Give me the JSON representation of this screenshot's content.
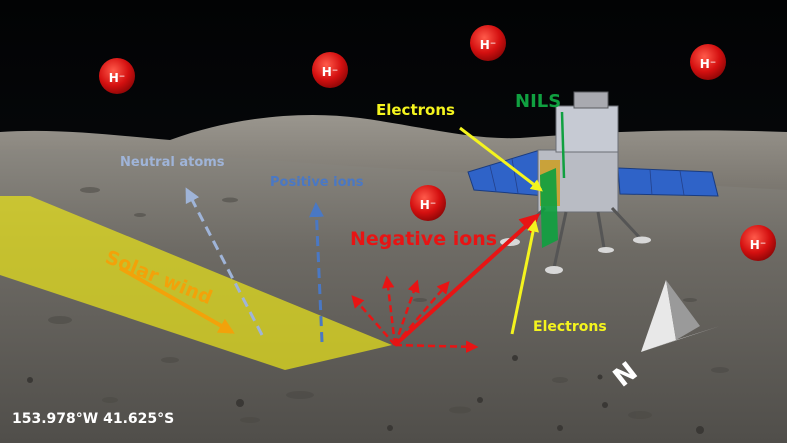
{
  "labels": {
    "nils": "NILS",
    "electrons_top": "Electrons",
    "electrons_bottom": "Electrons",
    "neutral_atoms": "Neutral atoms",
    "positive_ions": "Positive ions",
    "negative_ions": "Negative ions",
    "solar_wind": "Solar wind",
    "location": "153.978°W 41.625°S"
  },
  "ions": [
    "H⁻",
    "H⁻",
    "H⁻",
    "H⁻",
    "H⁻",
    "H⁻"
  ],
  "compass": {
    "label": "N"
  },
  "colors": {
    "sky": "#050608",
    "regolith": "#6f6b66",
    "solar_wind_band": "#e8e21a",
    "solar_wind_text": "#f2a20a",
    "negative": "#e81414",
    "positive": "#4a78c4",
    "neutral": "#9fb4d8",
    "electron": "#f4f41e",
    "nils": "#10a040",
    "ion_circle": "#d81010"
  }
}
